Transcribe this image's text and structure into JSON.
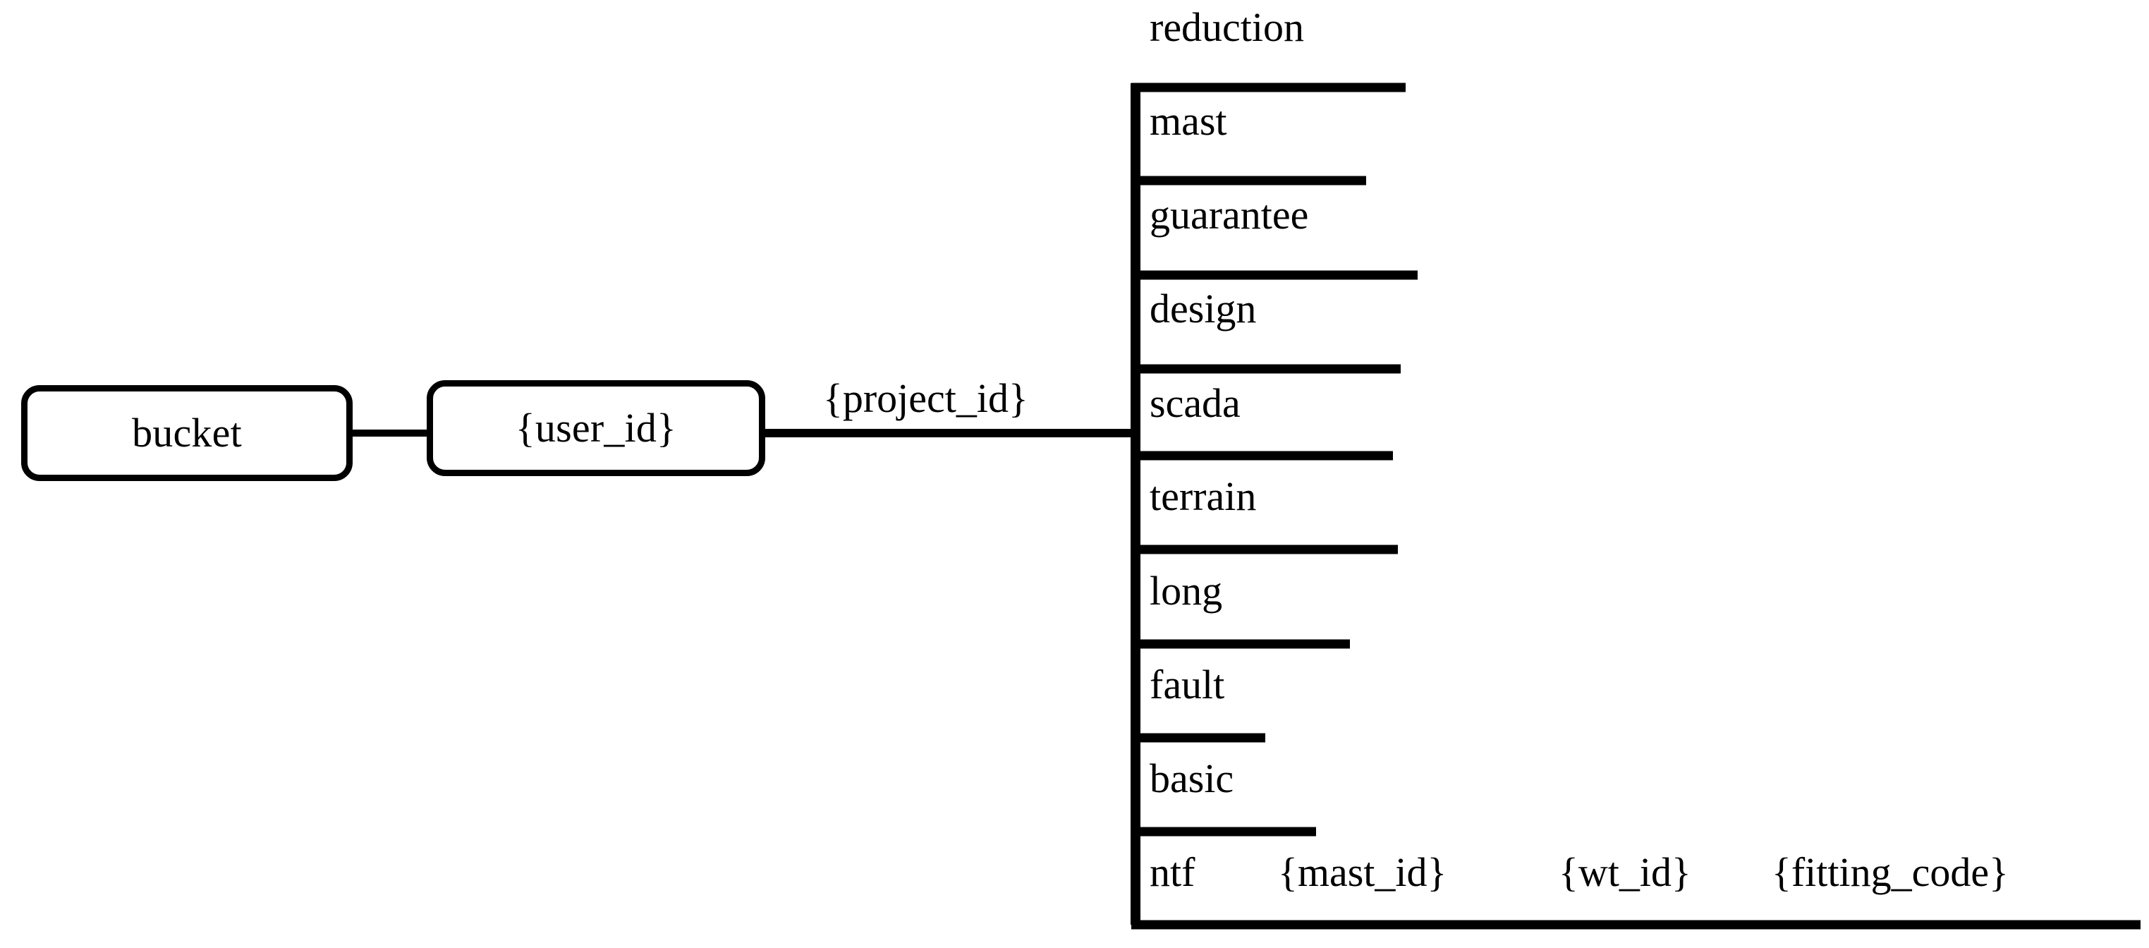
{
  "diagram": {
    "type": "tree-path-diagram",
    "nodes": [
      {
        "id": "bucket",
        "label": "bucket"
      },
      {
        "id": "user_id",
        "label": "{user_id}"
      }
    ],
    "edge_labels": [
      {
        "id": "project_id",
        "label": "{project_id}"
      }
    ],
    "branches": [
      {
        "id": "reduction",
        "label": "reduction"
      },
      {
        "id": "mast",
        "label": "mast"
      },
      {
        "id": "guarantee",
        "label": "guarantee"
      },
      {
        "id": "design",
        "label": "design"
      },
      {
        "id": "scada",
        "label": "scada"
      },
      {
        "id": "terrain",
        "label": "terrain"
      },
      {
        "id": "long",
        "label": "long"
      },
      {
        "id": "fault",
        "label": "fault"
      },
      {
        "id": "basic",
        "label": "basic"
      },
      {
        "id": "ntf",
        "label": "ntf"
      }
    ],
    "leaf_path_segments": [
      {
        "id": "mast_id",
        "label": "{mast_id}"
      },
      {
        "id": "wt_id",
        "label": "{wt_id}"
      },
      {
        "id": "fitting_code",
        "label": "{fitting_code}"
      }
    ],
    "colors": {
      "stroke": "#000000",
      "background": "#ffffff",
      "text": "#000000"
    }
  }
}
